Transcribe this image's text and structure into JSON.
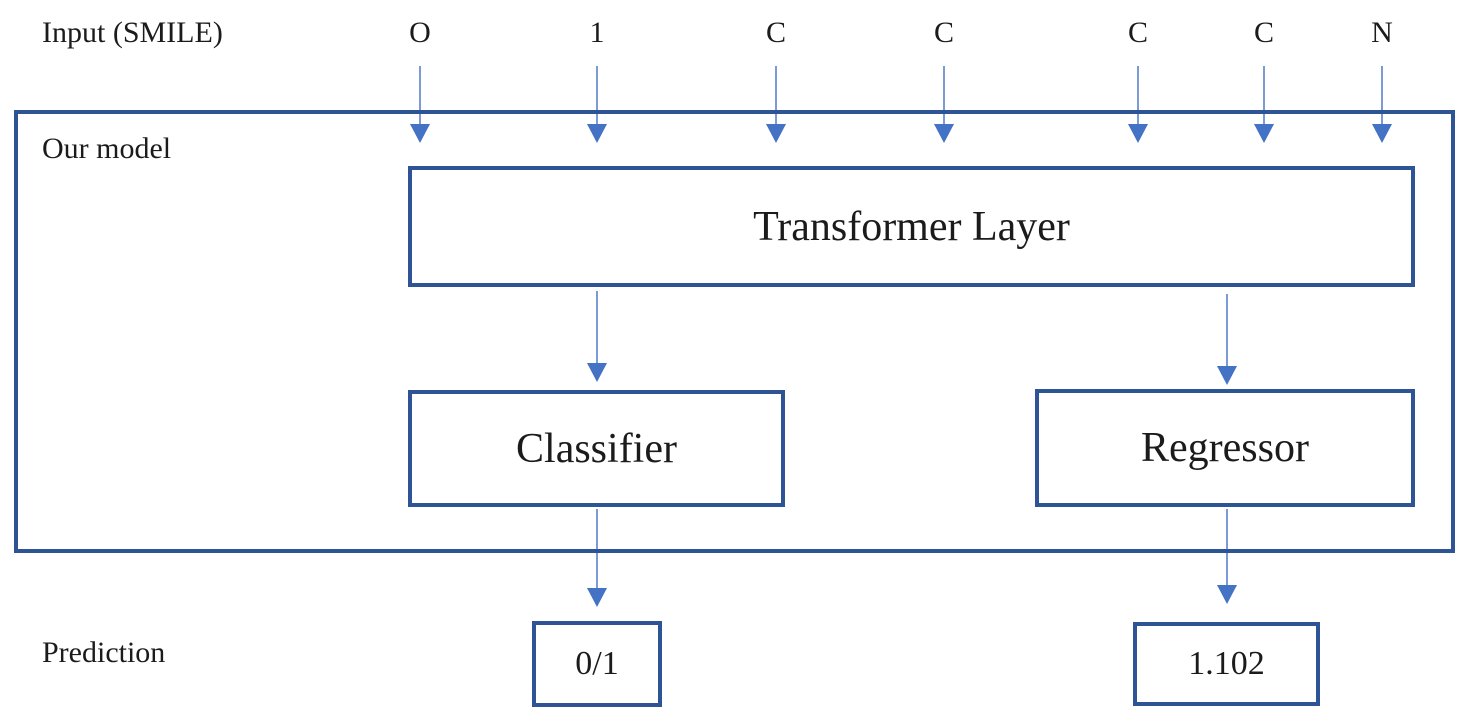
{
  "figure": {
    "input_label": "Input (SMILE)",
    "tokens": [
      "O",
      "1",
      "C",
      "C",
      "C",
      "C",
      "N"
    ],
    "model_label": "Our model",
    "transformer_label": "Transformer Layer",
    "classifier_label": "Classifier",
    "regressor_label": "Regressor",
    "prediction_label": "Prediction",
    "classifier_output": "0/1",
    "regressor_output": "1.102"
  },
  "colors": {
    "border": "#2F5496",
    "arrow-line": "#7C9AD6",
    "arrow-head": "#4472C4",
    "text": "#1b1b1b",
    "bg": "#FFFFFF"
  }
}
